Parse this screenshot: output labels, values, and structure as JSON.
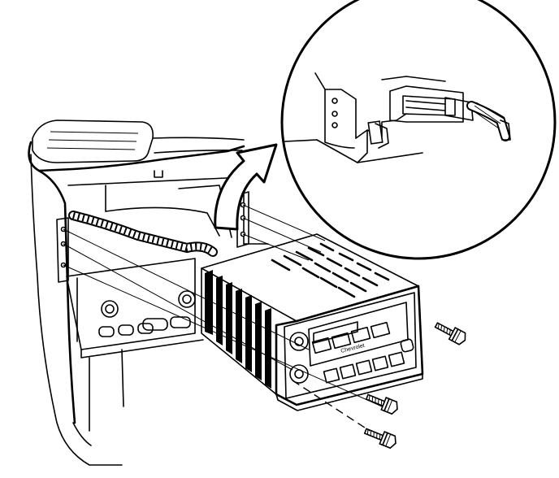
{
  "figure": {
    "face_text": "Chevrolet",
    "parts": [
      "dashboard-opening",
      "wiring-harness",
      "radio-unit",
      "mounting-bolt",
      "mounting-bolt",
      "mounting-bolt",
      "detail-callout-arrow",
      "harness-connector-detail"
    ]
  }
}
